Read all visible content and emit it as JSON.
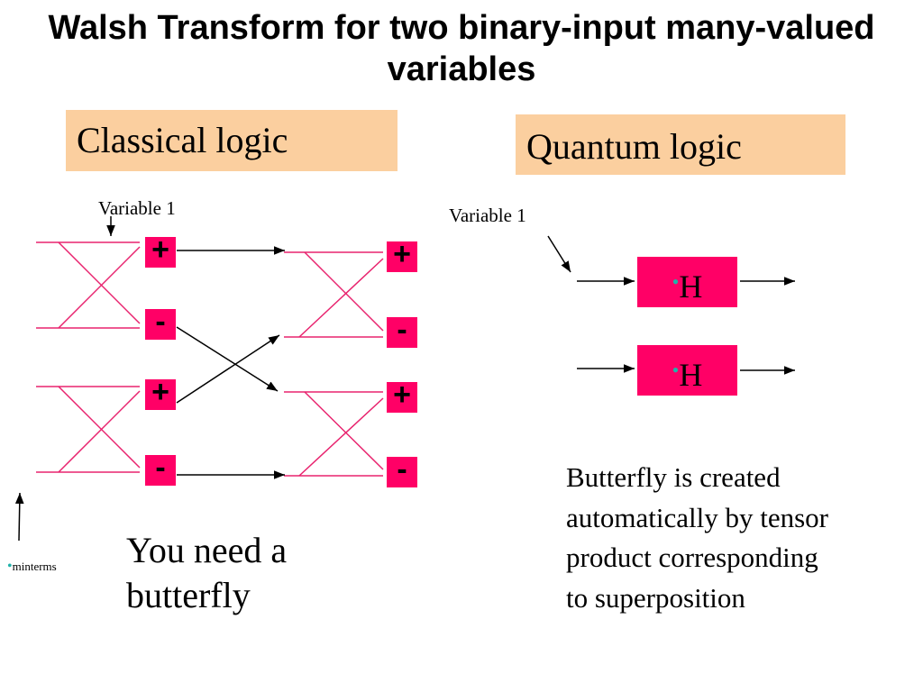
{
  "title": "Walsh Transform for two binary-input many-valued variables",
  "classical": {
    "heading": "Classical logic",
    "variable_label": "Variable 1",
    "gates": [
      "+",
      "-",
      "+",
      "-",
      "+",
      "-",
      "+",
      "-"
    ],
    "caption": "You need a butterfly",
    "minterms_bullet": "•",
    "minterms_label": "minterms"
  },
  "quantum": {
    "heading": "Quantum logic",
    "variable_label": "Variable 1",
    "gate_bullet": "•",
    "gates": [
      "H",
      "H"
    ],
    "description": "Butterfly is created automatically by tensor product corresponding to superposition"
  },
  "colors": {
    "heading_box": "#fbcf9f",
    "gate": "#ff0066",
    "butterfly_wire": "#e8236e",
    "wire": "#000000",
    "bullet": "#20b2aa"
  }
}
